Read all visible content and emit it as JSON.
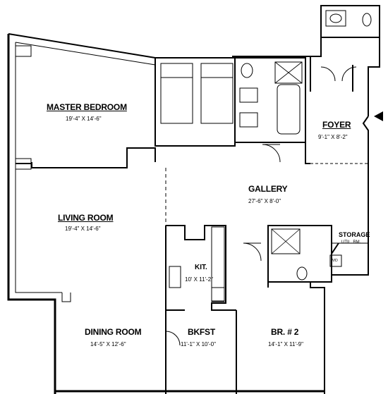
{
  "rooms": {
    "master_bedroom": {
      "name": "MASTER BEDROOM",
      "dim": "19'-4\" X 14'-6\""
    },
    "foyer": {
      "name": "FOYER",
      "dim": "9'-1\" X 8'-2\""
    },
    "gallery": {
      "name": "GALLERY",
      "dim": "27'-6\" X 8'-0\""
    },
    "living_room": {
      "name": "LIVING ROOM",
      "dim": "19'-4\" X 14'-6\""
    },
    "kitchen": {
      "name": "KIT.",
      "dim": "10' X 11'-2\""
    },
    "storage": {
      "name": "STORAGE",
      "sub": "UTIL. RM."
    },
    "dining_room": {
      "name": "DINING ROOM",
      "dim": "14'-5\" X 12'-6\""
    },
    "bkfst": {
      "name": "BKFST",
      "dim": "11'-1\" X 10'-0\""
    },
    "bedroom2": {
      "name": "BR. # 2",
      "dim": "14'-1\" X 11'-9\""
    }
  },
  "appliance": {
    "washer_dryer": "W/D"
  }
}
